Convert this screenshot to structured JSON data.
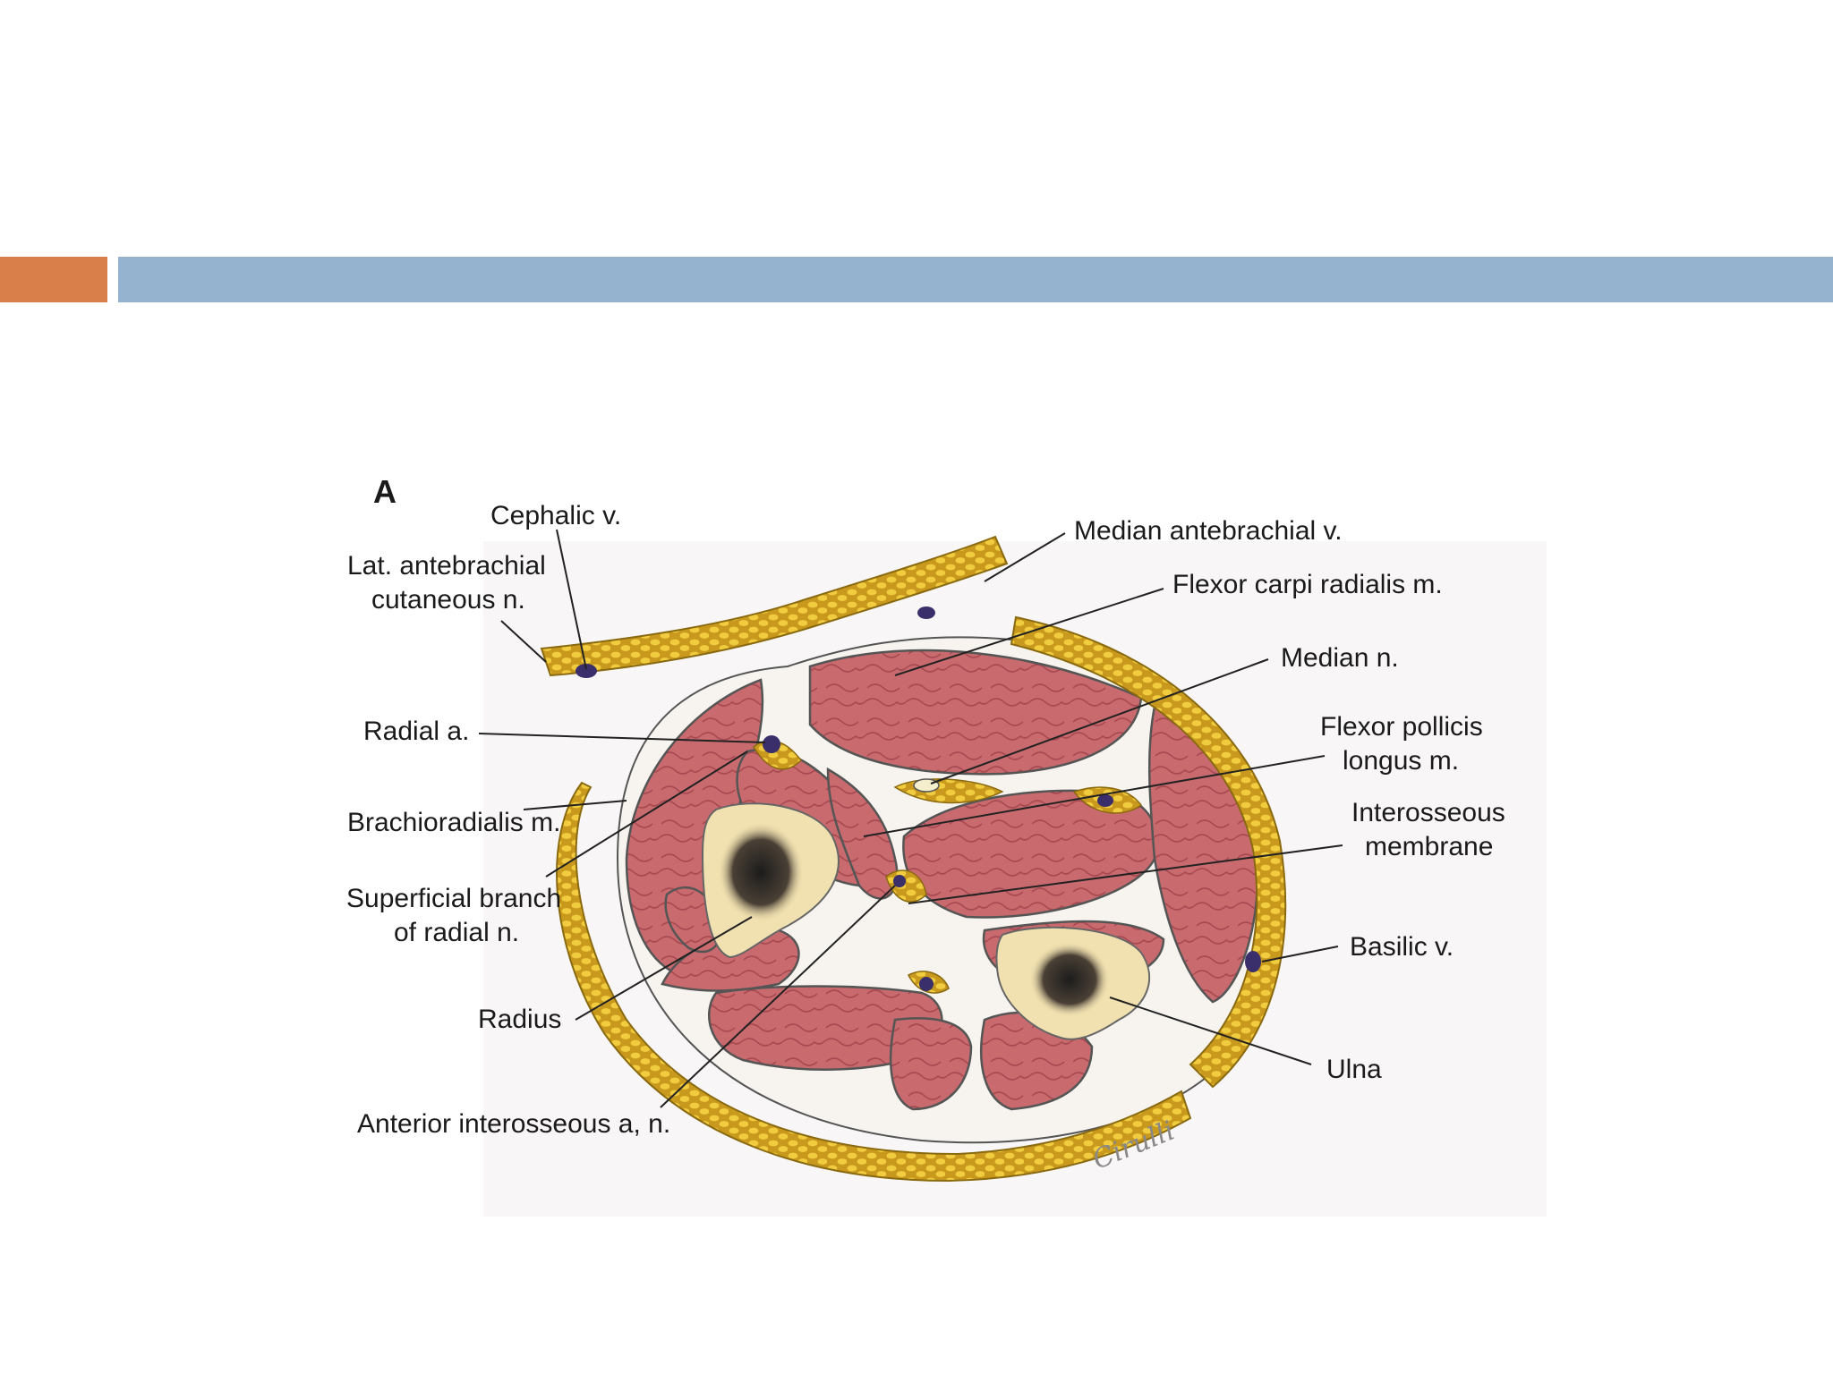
{
  "header": {
    "accent_color": "#d9804a",
    "bar_color": "#95b3ce"
  },
  "figure": {
    "panel_letter": "A",
    "signature_text": "Cirulli",
    "labels": {
      "cephalic_v": "Cephalic v.",
      "lat_antebrachial_line1": "Lat. antebrachial",
      "lat_antebrachial_line2": "cutaneous n.",
      "median_antebrachial_v": "Median antebrachial v.",
      "flexor_carpi_radialis": "Flexor carpi radialis m.",
      "median_n": "Median n.",
      "radial_a": "Radial a.",
      "flexor_pollicis_line1": "Flexor pollicis",
      "flexor_pollicis_line2": "longus m.",
      "brachioradialis": "Brachioradialis m.",
      "interosseous_line1": "Interosseous",
      "interosseous_line2": "membrane",
      "superficial_branch_line1": "Superficial branch",
      "superficial_branch_line2": "of radial n.",
      "basilic_v": "Basilic v.",
      "radius": "Radius",
      "ulna": "Ulna",
      "anterior_interosseous": "Anterior interosseous a, n."
    },
    "colors": {
      "muscle": "#c96a6e",
      "muscle_dark": "#a84a52",
      "fat": "#e8c23a",
      "fat_edge": "#a0801a",
      "bone": "#f1e1b0",
      "vessel": "#3a2f6a",
      "fascia": "#f7f4f0"
    }
  }
}
